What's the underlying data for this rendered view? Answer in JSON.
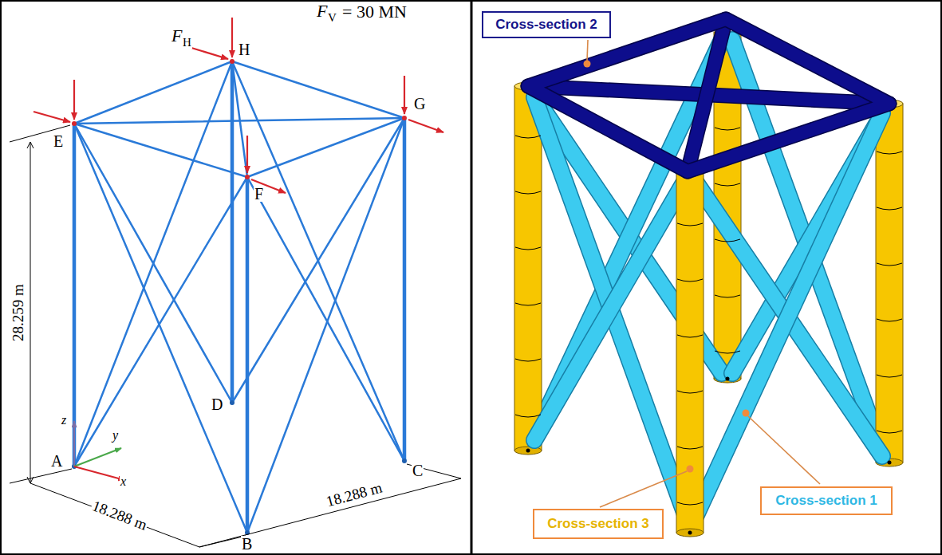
{
  "diagram": {
    "nodes": [
      {
        "text": [
          "Cross-section 2"
        ]
      },
      {
        "text": [
          "Cross-section 1"
        ]
      },
      {
        "text": [
          "Cross-section 3"
        ]
      }
    ],
    "labels": [
      "F",
      "V",
      "= 30 MN",
      "F",
      "H",
      "H",
      "E",
      "G",
      "F",
      "D",
      "A",
      "B",
      "C",
      "z",
      "y",
      "x",
      "28.259 m",
      "18.288 m",
      "18.288 m"
    ]
  }
}
